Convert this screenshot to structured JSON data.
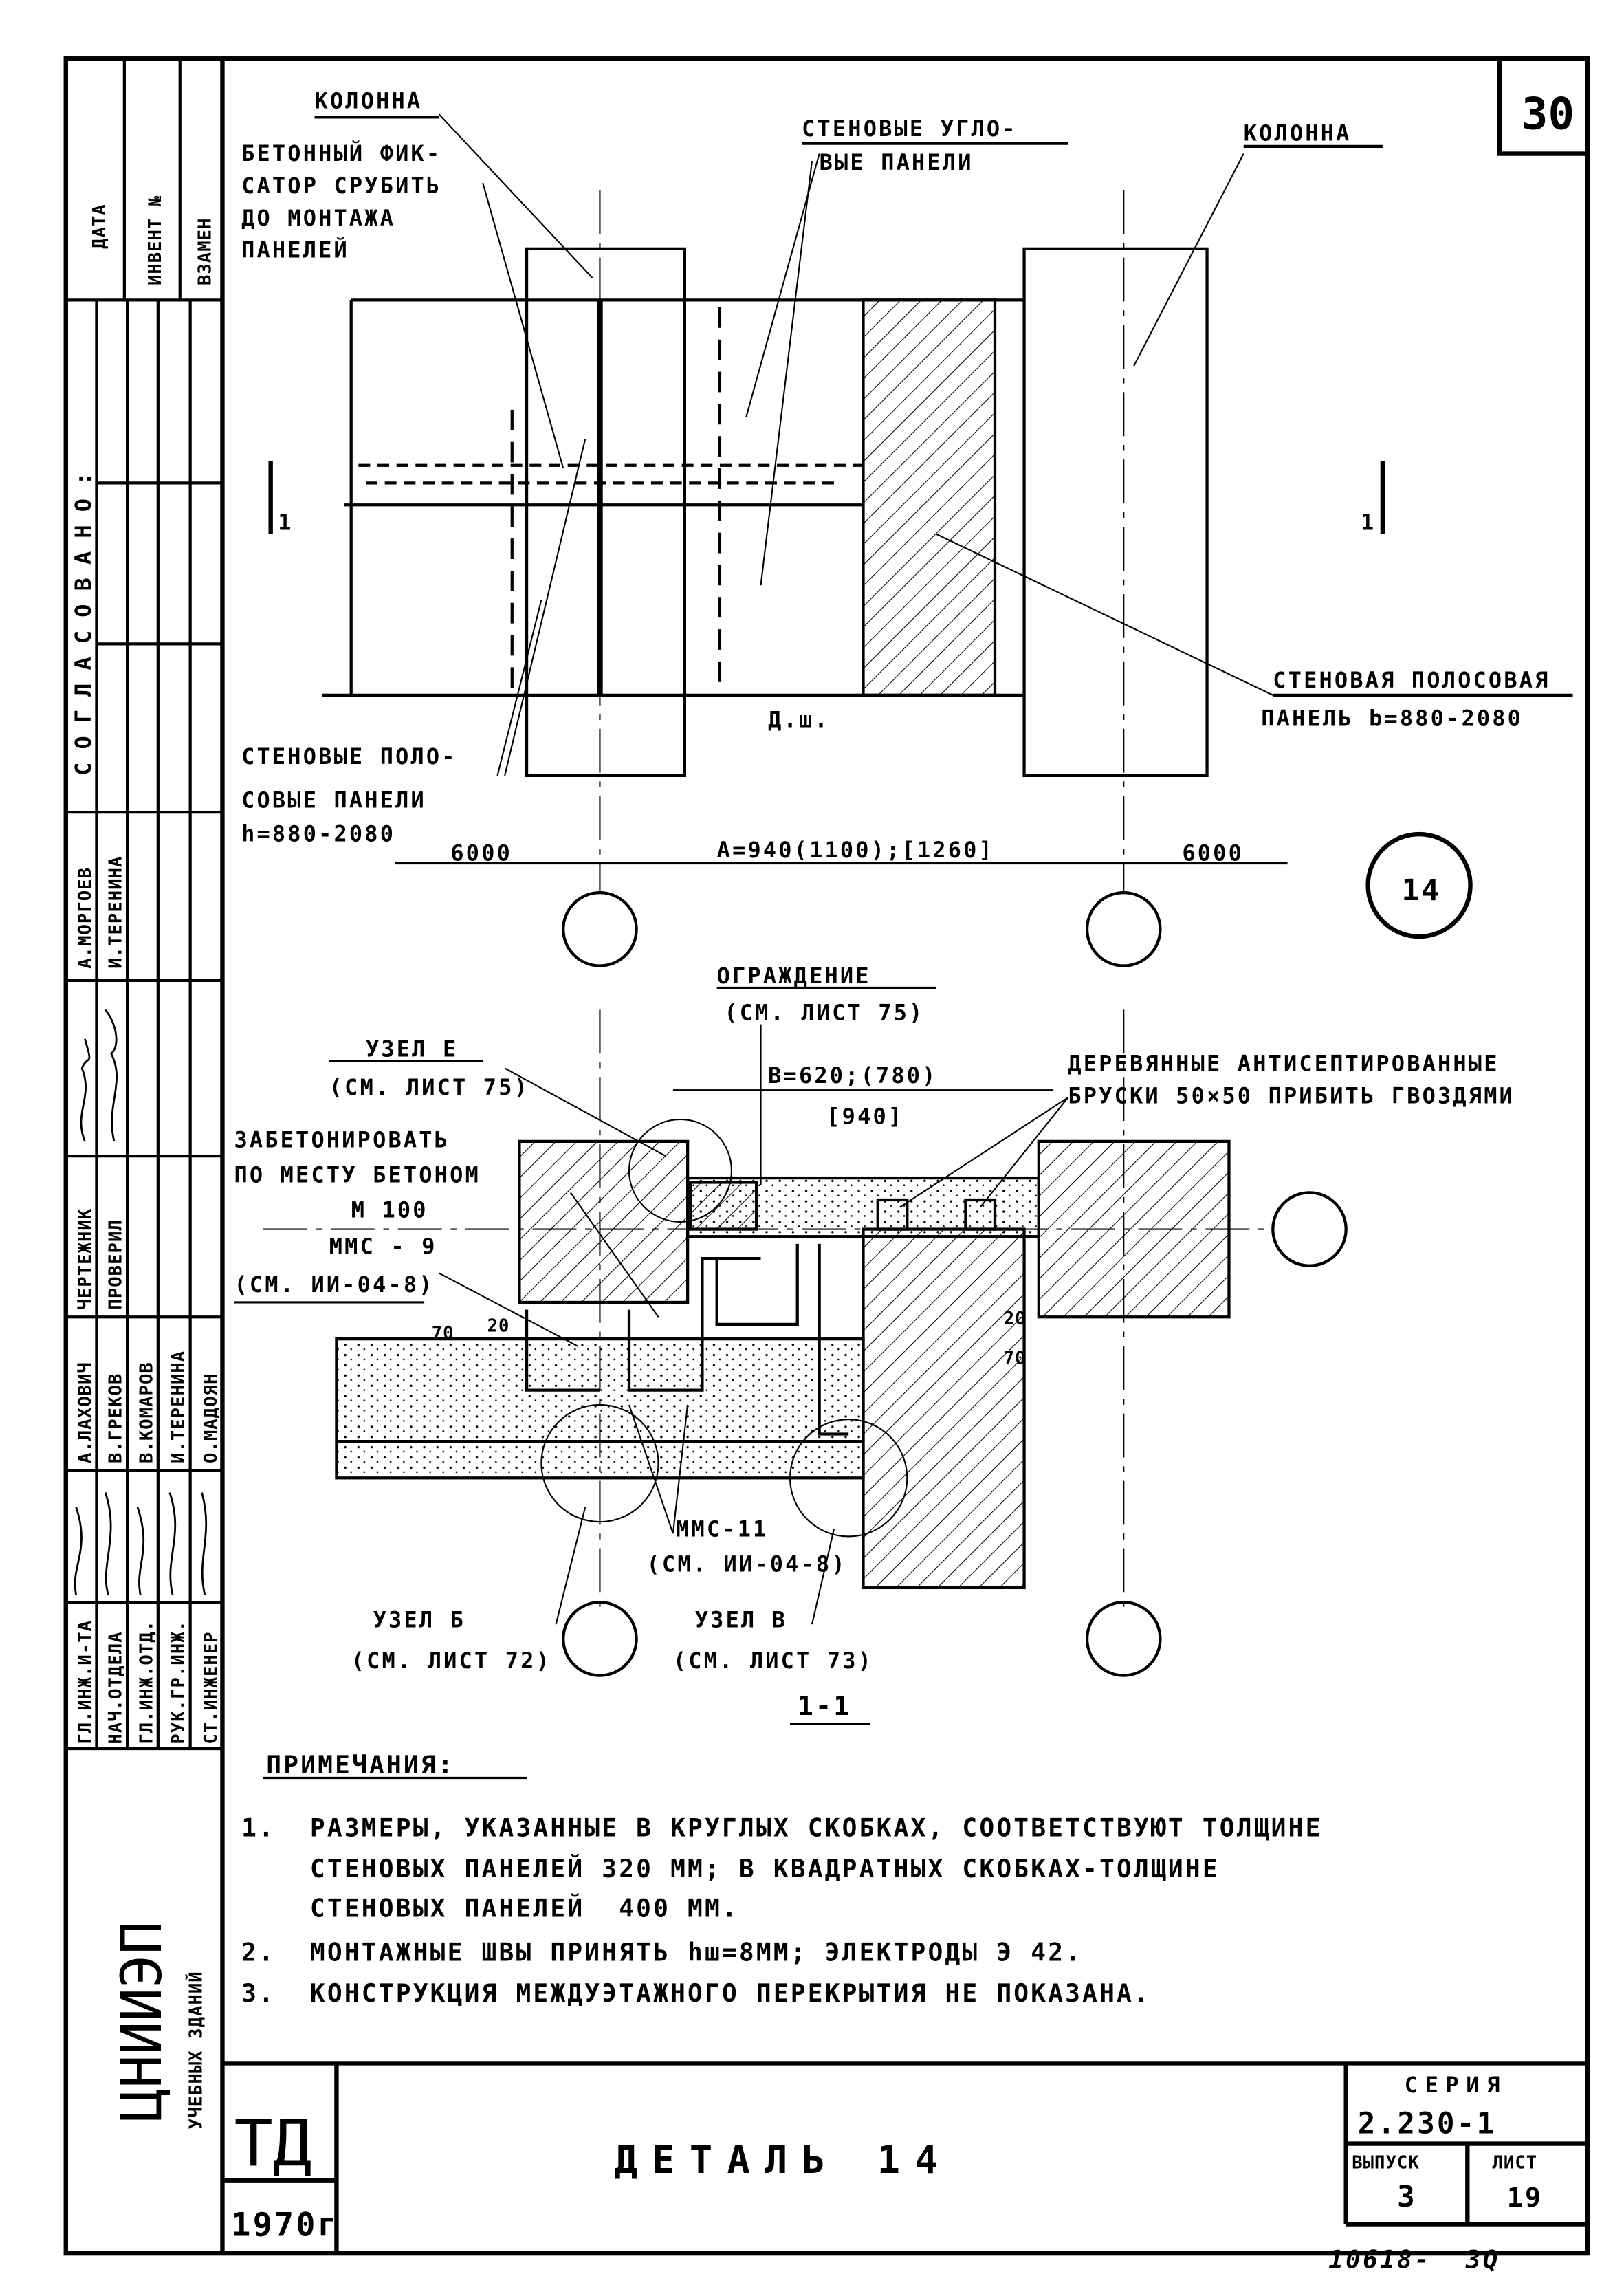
{
  "sheet_number": "30",
  "stamp": {
    "date": "ДАТА",
    "invent": "ИНВЕНТ №",
    "vzamen": "ВЗАМЕН",
    "soglasovano": "СОГЛАСОВАНО:",
    "approvers": [
      "А.МОРГОЕВ",
      "И.ТЕРЕНИНА"
    ],
    "roles_top": [
      "ЧЕРТЕЖНИК",
      "ПРОВЕРИЛ"
    ],
    "roles": [
      "ГЛ.ИНЖ.И-ТА",
      "НАЧ.ОТДЕЛА",
      "ГЛ.ИНЖ.ОТД.",
      "РУК.ГР.ИНЖ.",
      "СТ.ИНЖЕНЕР"
    ],
    "names": [
      "А.ЛАХОВИЧ",
      "В.ГРЕКОВ",
      "В.КОМАРОВ",
      "И.ТЕРЕНИНА",
      "О.МАДОЯН"
    ],
    "org": "ЦНИИЭП",
    "org_sub": "УЧЕБНЫХ ЗДАНИЙ"
  },
  "plan": {
    "column_left": "КОЛОННА",
    "fixator": [
      "БЕТОННЫЙ ФИК-",
      "САТОР СРУБИТЬ",
      "ДО МОНТАЖА",
      "ПАНЕЛЕЙ"
    ],
    "corner_panels": [
      "СТЕНОВЫЕ УГЛО-",
      "ВЫЕ ПАНЕЛИ"
    ],
    "column_right": "КОЛОННА",
    "section_mark": "1",
    "strip_panel": [
      "СТЕНОВАЯ ПОЛОСОВАЯ",
      "ПАНЕЛЬ b=880-2080"
    ],
    "seam": "Д.ш.",
    "strip_panels": [
      "СТЕНОВЫЕ ПОЛО-",
      "СОВЫЕ ПАНЕЛИ",
      "h=880-2080"
    ],
    "dim_left": "6000",
    "dim_mid": "A=940(1100);[1260]",
    "dim_right": "6000",
    "detail_number": "14"
  },
  "section": {
    "fence": [
      "ОГРАЖДЕНИЕ",
      "(СМ. ЛИСТ 75)"
    ],
    "node_e": [
      "УЗЕЛ Е",
      "(СМ. ЛИСТ 75)"
    ],
    "dim_b": [
      "B=620;(780)",
      "[940]"
    ],
    "bars": [
      "ДЕРЕВЯННЫЕ АНТИСЕПТИРОВАННЫЕ",
      "БРУСКИ 50×50 ПРИБИТЬ ГВОЗДЯМИ"
    ],
    "concrete": [
      "ЗАБЕТОНИРОВАТЬ",
      "ПО МЕСТУ БЕТОНОМ",
      "М 100",
      "ММС - 9",
      "(СМ. ИИ-04-8)"
    ],
    "dims": [
      "70",
      "20",
      "20",
      "70"
    ],
    "mms11": [
      "ММС-11",
      "(СМ. ИИ-04-8)"
    ],
    "node_b": [
      "УЗЕЛ Б",
      "(СМ. ЛИСТ 72)"
    ],
    "node_v": [
      "УЗЕЛ В",
      "(СМ. ЛИСТ 73)"
    ],
    "title": "1-1"
  },
  "notes": {
    "heading": "ПРИМЕЧАНИЯ:",
    "lines": [
      "1.  РАЗМЕРЫ, УКАЗАННЫЕ В КРУГЛЫХ СКОБКАХ, СООТВЕТСТВУЮТ ТОЛЩИНЕ",
      "    СТЕНОВЫХ ПАНЕЛЕЙ 320 ММ; В КВАДРАТНЫХ СКОБКАХ-ТОЛЩИНЕ",
      "    СТЕНОВЫХ ПАНЕЛЕЙ  400 ММ.",
      "2.  МОНТАЖНЫЕ ШВЫ ПРИНЯТЬ hш=8ММ; ЭЛЕКТРОДЫ Э 42.",
      "3.  КОНСТРУКЦИЯ МЕЖДУЭТАЖНОГО ПЕРЕКРЫТИЯ НЕ ПОКАЗАНА."
    ]
  },
  "title_block": {
    "td": "ТД",
    "year": "1970г",
    "title": "ДЕТАЛЬ 14",
    "series_label": "СЕРИЯ",
    "series": "2.230-1",
    "issue_label": "ВЫПУСК",
    "issue": "3",
    "sheet_label": "ЛИСТ",
    "sheet": "19",
    "inventory": "10618-  3Q"
  }
}
